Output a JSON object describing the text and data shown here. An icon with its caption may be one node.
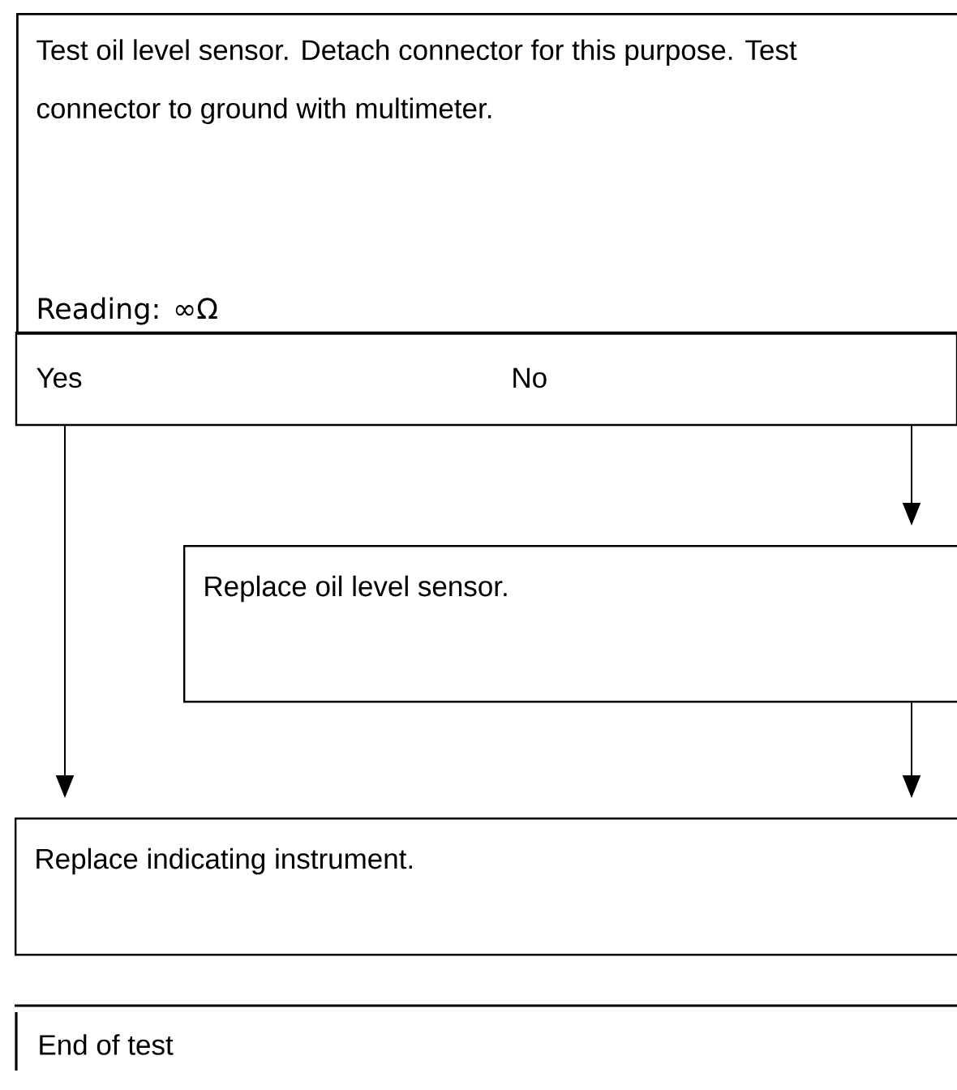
{
  "diagram": {
    "nodes": [
      {
        "text": [
          "Test oil level sensor. Detach connector for this purpose. Test connector to ground with multimeter.",
          "Reading: ∞Ω"
        ]
      },
      {
        "text": [
          "Yes"
        ]
      },
      {
        "text": [
          "No"
        ]
      },
      {
        "text": [
          "Replace oil level sensor."
        ]
      },
      {
        "text": [
          "Replace indicating instrument."
        ]
      },
      {
        "text": [
          "End of test"
        ]
      }
    ],
    "edges": [
      {
        "from": 1,
        "to": 4,
        "arrow": "to"
      },
      {
        "from": 2,
        "to": 3,
        "arrow": "to"
      },
      {
        "from": 3,
        "to": 4,
        "arrow": "to"
      }
    ]
  }
}
